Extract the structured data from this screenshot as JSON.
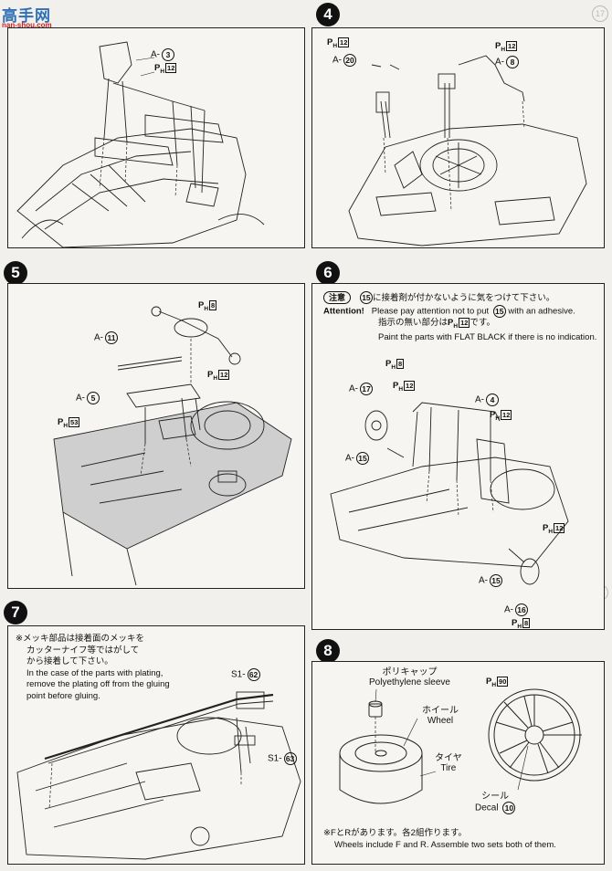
{
  "watermark": {
    "brand": "高手网",
    "url": "nan-shou.com"
  },
  "side_marks": [
    "17",
    "17"
  ],
  "steps": {
    "s3": {
      "labels": {
        "part_a3": "A-",
        "a3_num": "3",
        "ph": "P",
        "ph_sub": "H",
        "ph_box": "12"
      }
    },
    "s4": {
      "number": "4",
      "labels": {
        "ph_left": "12",
        "a20_prefix": "A-",
        "a20_num": "20",
        "ph_right": "12",
        "a8_prefix": "A-",
        "a8_num": "8"
      }
    },
    "s5": {
      "number": "5",
      "labels": {
        "ph_top": "8",
        "a11_prefix": "A-",
        "a11_num": "11",
        "ph_mid": "12",
        "a5_prefix": "A-",
        "a5_num": "5",
        "ph_left": "53"
      }
    },
    "s6": {
      "number": "6",
      "note_badge": "注意",
      "attention": "Attention!",
      "line1_jp": "に接着剤が付かないように気をつけて下さい。",
      "line1_num": "15",
      "line2_en_a": "Please pay attention not to put",
      "line2_num": "15",
      "line2_en_b": "with an adhesive.",
      "line3_jp": "指示の無い部分は",
      "line3_box": "12",
      "line3_jp_end": "です。",
      "line4_en": "Paint the parts with FLAT BLACK  if there is no indication.",
      "labels": {
        "ph_a": "8",
        "a17_prefix": "A-",
        "a17_num": "17",
        "ph_b": "12",
        "a4_prefix": "A-",
        "a4_num": "4",
        "ph_c": "12",
        "a15a_prefix": "A-",
        "a15a_num": "15",
        "ph_d": "12",
        "a15b_prefix": "A-",
        "a15b_num": "15",
        "a16_prefix": "A-",
        "a16_num": "16",
        "ph_e": "8"
      }
    },
    "s7": {
      "number": "7",
      "note_jp1": "※メッキ部品は接着面のメッキを",
      "note_jp2": "カッターナイフ等ではがして",
      "note_jp3": "から接着して下さい。",
      "note_en1": "In the case of the parts with plating,",
      "note_en2": "remove the plating off from the gluing",
      "note_en3": "point before gluing.",
      "labels": {
        "s1a_prefix": "S1-",
        "s1a_num": "62",
        "s1b_prefix": "S1-",
        "s1b_num": "63"
      }
    },
    "s8": {
      "number": "8",
      "poly_jp": "ポリキャップ",
      "poly_en": "Polyethylene sleeve",
      "wheel_jp": "ホイール",
      "wheel_en": "Wheel",
      "tire_jp": "タイヤ",
      "tire_en": "Tire",
      "decal_jp": "シール",
      "decal_en": "Decal",
      "decal_num": "10",
      "ph_box": "90",
      "foot_jp": "※FとRがあります。各2組作ります。",
      "foot_en": "Wheels include F and R. Assemble two sets both of them."
    }
  }
}
